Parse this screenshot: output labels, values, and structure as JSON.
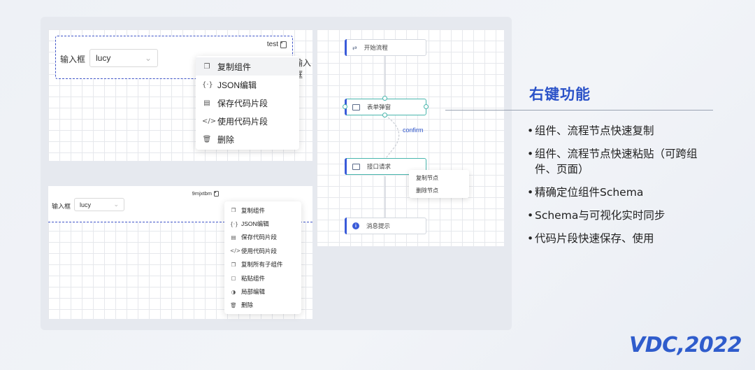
{
  "panel1": {
    "form_label": "输入框",
    "select_value": "lucy",
    "tag": "test",
    "cut_label": "输入框",
    "context_menu": [
      {
        "icon": "copy-icon",
        "glyph": "❐",
        "label": "复制组件"
      },
      {
        "icon": "json-icon",
        "glyph": "{·}",
        "label": "JSON编辑"
      },
      {
        "icon": "save-snippet-icon",
        "glyph": "▤",
        "label": "保存代码片段"
      },
      {
        "icon": "code-icon",
        "glyph": "</>",
        "label": "使用代码片段"
      },
      {
        "icon": "trash-icon",
        "glyph": "🗑",
        "label": "删除"
      }
    ]
  },
  "panel2": {
    "form_label": "输入框",
    "select_value": "lucy",
    "tag": "9mjxtbm",
    "context_menu": [
      {
        "icon": "copy-icon",
        "glyph": "❐",
        "label": "复制组件"
      },
      {
        "icon": "json-icon",
        "glyph": "{·}",
        "label": "JSON编辑"
      },
      {
        "icon": "save-snippet-icon",
        "glyph": "▤",
        "label": "保存代码片段"
      },
      {
        "icon": "code-icon",
        "glyph": "</>",
        "label": "使用代码片段"
      },
      {
        "icon": "copy-children-icon",
        "glyph": "❐",
        "label": "复制所有子组件"
      },
      {
        "icon": "paste-icon",
        "glyph": "▢",
        "label": "粘贴组件"
      },
      {
        "icon": "partial-edit-icon",
        "glyph": "◑",
        "label": "局部编辑"
      },
      {
        "icon": "trash-icon",
        "glyph": "🗑",
        "label": "删除"
      }
    ]
  },
  "flow": {
    "nodes": [
      {
        "label": "开始流程"
      },
      {
        "label": "表单弹窗"
      },
      {
        "label": "接口请求"
      },
      {
        "label": "消息提示"
      }
    ],
    "edge_label": "confirm",
    "context_menu": [
      "复制节点",
      "删除节点"
    ]
  },
  "right": {
    "title": "右键功能",
    "bullets": [
      "组件、流程节点快速复制",
      "组件、流程节点快速粘贴（可跨组件、页面）",
      "精确定位组件Schema",
      "Schema与可视化实时同步",
      "代码片段快速保存、使用"
    ]
  },
  "logo": "VDC,2022",
  "colors": {
    "accent": "#2b52c8",
    "dash": "#3f54c8",
    "flow_accent": "#3a5bd9",
    "selected": "#49b6ad"
  }
}
